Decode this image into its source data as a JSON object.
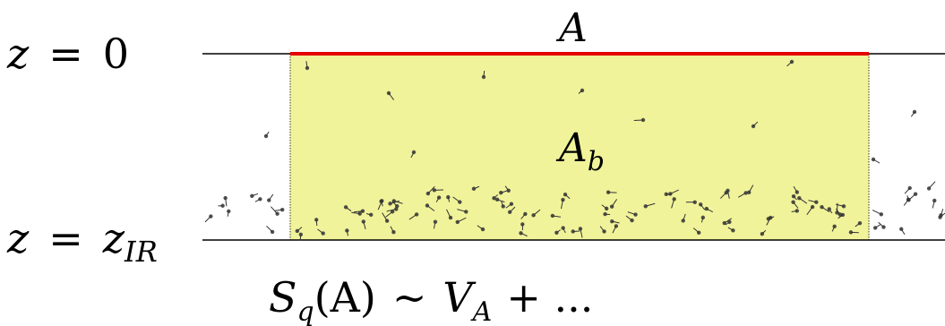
{
  "labels": {
    "boundary_region": "A",
    "bulk_region": "A",
    "bulk_region_sub": "b",
    "top_left_lhs": "z",
    "top_left_eq": "=",
    "top_left_rhs": "0",
    "bottom_left_lhs": "z",
    "bottom_left_eq": "=",
    "bottom_left_rhs": "z",
    "bottom_left_rhs_sub": "IR",
    "formula_S": "S",
    "formula_S_sub": "q",
    "formula_arg": "(A)",
    "formula_sim": "~",
    "formula_V": "V",
    "formula_V_sub": "A",
    "formula_tail": "+ ..."
  },
  "colors": {
    "boundary_line": "#e60000",
    "bulk_fill": "#f1f39a",
    "horizontal_line": "#000000",
    "particle": "#333333"
  }
}
